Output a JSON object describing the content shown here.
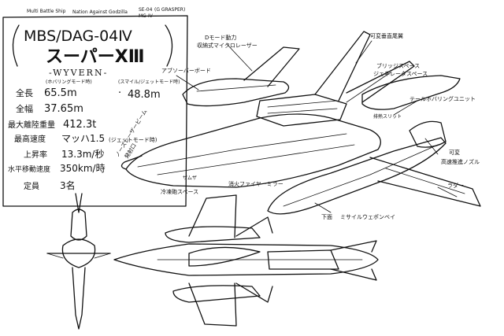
{
  "header": {
    "note_left": "Multi Battle Ship",
    "note_mid": "Nation Against Godzilla",
    "note_right_1": "SE-04",
    "note_right_2": "(G GRASPER)",
    "note_right_3": "MG-IV"
  },
  "title": {
    "code": "MBS/DAG-04Ⅳ",
    "name": "スーパーXⅢ",
    "sub": "-WYVERN-"
  },
  "specs": {
    "mode_note_1": "(ホバリングモード時)",
    "mode_note_2": "(スマイル/ジェットモード時)",
    "length_label": "全長",
    "length_value_1": "65.5m",
    "length_sep": "·",
    "length_value_2": "48.8m",
    "width_label": "全幅",
    "width_value": "37.65m",
    "weight_label": "最大離陸重量",
    "weight_value": "412.3t",
    "speed_label": "最高速度",
    "speed_value": "マッハ1.5",
    "speed_note": "(ジェットモード時)",
    "climb_label": "上昇率",
    "climb_value": "13.3m/秒",
    "hmove_label": "水平移動速度",
    "hmove_value": "350km/時",
    "crew_label": "定員",
    "crew_value": "3名"
  },
  "annotations": {
    "d_mode": "Dモード動力",
    "d_mode_2": "収納式マイクロレーザー",
    "vertical_tail": "可変垂直尾翼",
    "bridge": "ブリッジスペース",
    "bridge_2": "ジェネレータスペース",
    "main_board": "アブソーバーボード",
    "nose": "ノーズレーザービーム",
    "nose_2": "発射口",
    "tail_hover": "テールホバリングユニット",
    "slit": "排熱スリット",
    "variable": "可変",
    "nozzle": "高速推進ノズル",
    "rudder": "ラダー",
    "freezer": "冷凍砲スペース",
    "firefighter": "消火ファイヤーミラー",
    "lower": "下面",
    "missile": "ミサイルウェポンベイ",
    "radar": "ザムザ"
  }
}
